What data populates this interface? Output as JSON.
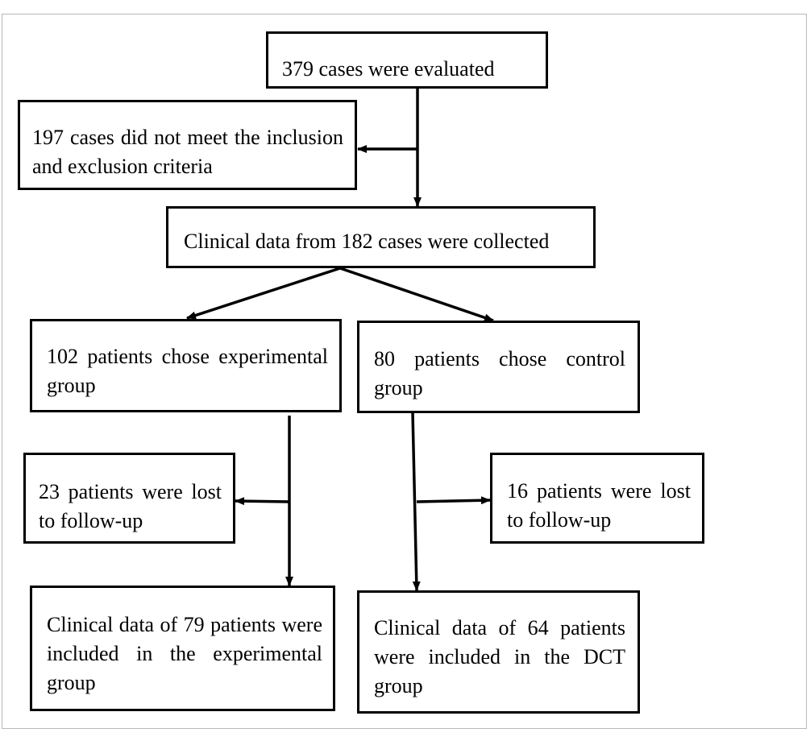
{
  "flowchart": {
    "evaluated": "379 cases were evaluated",
    "excluded": "197 cases did not meet the inclusion and exclusion criteria",
    "collected": "Clinical data from 182 cases were collected",
    "experimental_choice": "102 patients chose experimental group",
    "control_choice": "80 patients chose control group",
    "experimental_lost": "23 patients were lost to follow-up",
    "control_lost": "16 patients were lost to follow-up",
    "experimental_included": "Clinical data of 79 patients were included in the experimental group",
    "control_included": "Clinical data of 64 patients were included in the DCT group"
  }
}
